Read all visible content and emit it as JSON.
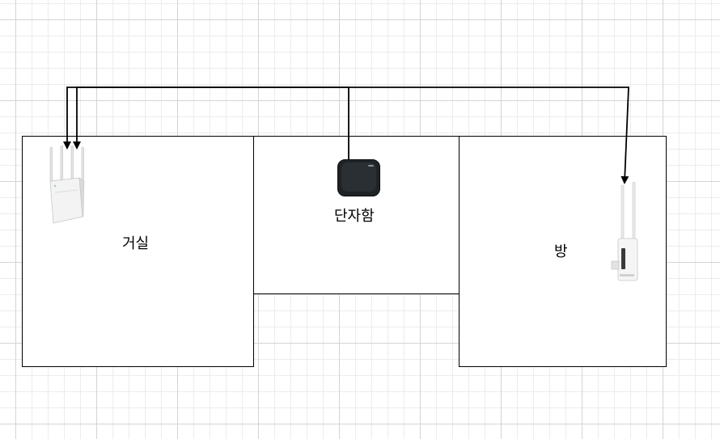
{
  "diagram": {
    "rooms": [
      {
        "id": "living",
        "label": "거실"
      },
      {
        "id": "closet",
        "label": "단자함"
      },
      {
        "id": "bedroom",
        "label": "방"
      }
    ],
    "devices": [
      {
        "id": "router-main",
        "icon": "wifi-router-icon"
      },
      {
        "id": "modem",
        "icon": "modem-icon"
      },
      {
        "id": "extender",
        "icon": "wifi-extender-icon"
      }
    ],
    "connections": [
      {
        "from": "modem",
        "to": "router-main"
      },
      {
        "from": "modem",
        "to": "router-main"
      },
      {
        "from": "modem",
        "to": "extender"
      }
    ],
    "colors": {
      "line": "#000000",
      "grid": "#d4d4d4",
      "modem": "#1f2326"
    }
  }
}
